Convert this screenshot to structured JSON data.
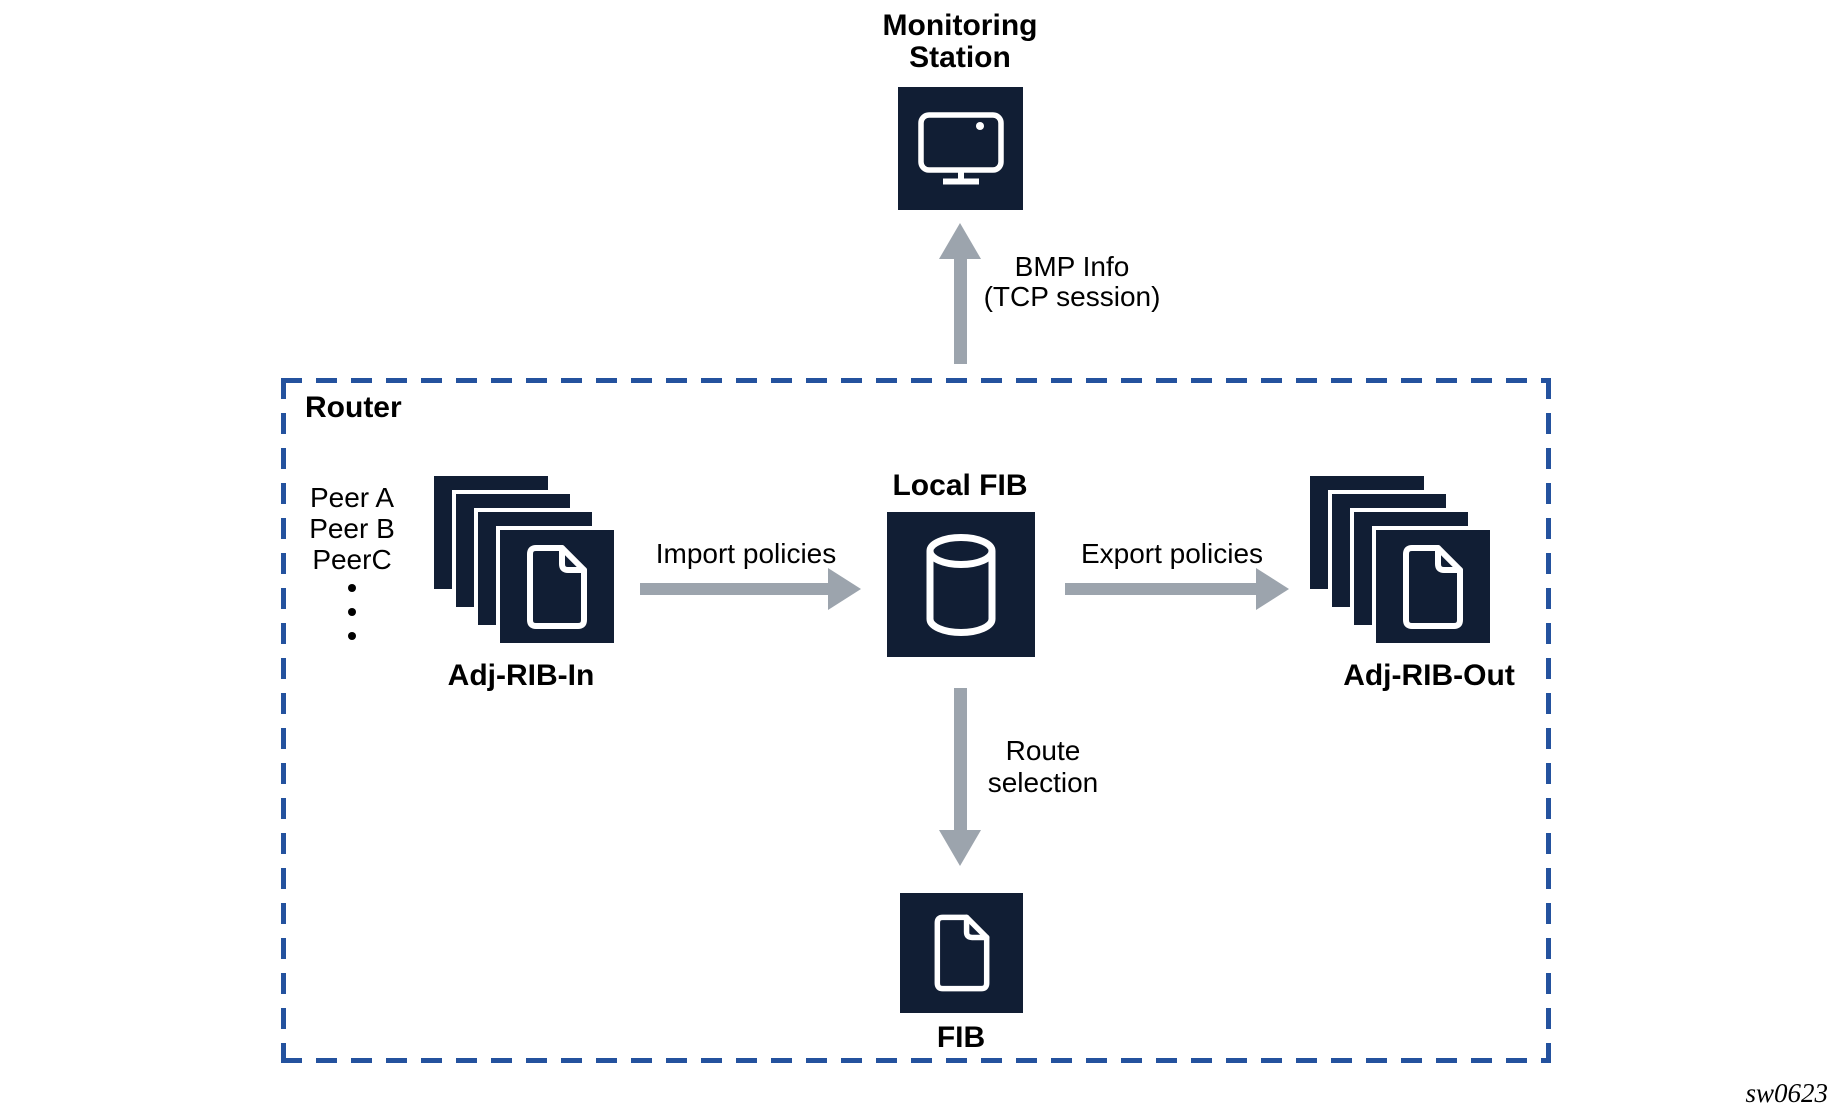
{
  "colors": {
    "node_fill": "#111e34",
    "arrow_gray": "#9ca4ad",
    "router_border_blue": "#24529e",
    "text": "#000000",
    "background": "#ffffff"
  },
  "monitoring_station": {
    "title_line1": "Monitoring",
    "title_line2": "Station",
    "icon": "monitor-icon"
  },
  "bmp_link": {
    "label_line1": "BMP Info",
    "label_line2": "(TCP session)"
  },
  "router": {
    "label": "Router",
    "peers": [
      "Peer A",
      "Peer B",
      "PeerC"
    ],
    "adj_rib_in": {
      "label": "Adj-RIB-In",
      "icon": "document-stack-icon"
    },
    "import_arrow": {
      "label": "Import policies"
    },
    "local_fib": {
      "label": "Local FIB",
      "icon": "database-icon"
    },
    "export_arrow": {
      "label": "Export policies"
    },
    "adj_rib_out": {
      "label": "Adj-RIB-Out",
      "icon": "document-stack-icon"
    },
    "route_selection": {
      "label_line1": "Route",
      "label_line2": "selection"
    },
    "fib": {
      "label": "FIB",
      "icon": "document-icon"
    }
  },
  "watermark": "sw0623"
}
